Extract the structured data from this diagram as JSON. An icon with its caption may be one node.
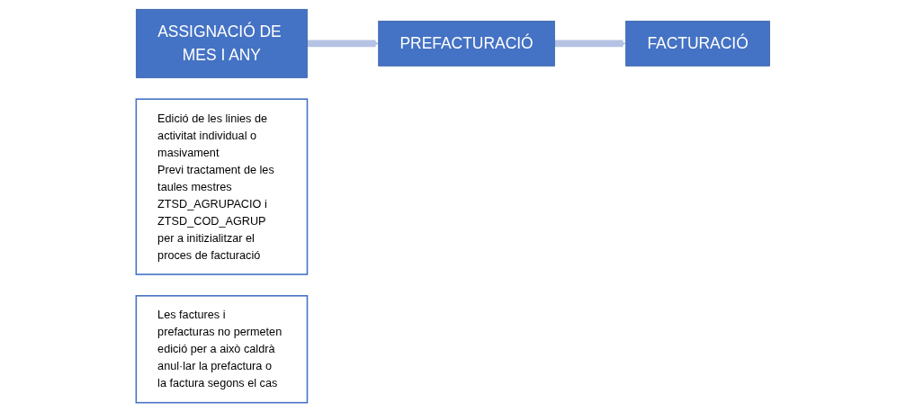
{
  "diagram": {
    "nodes": [
      {
        "text": [
          "ASSIGNACIÓ DE MES I ANY"
        ]
      },
      {
        "text": [
          "Edició de les linies de activitat individual o masivament",
          "Previ tractament de les taules mestres ZTSD_AGRUPACIO i ZTSD_COD_AGRUP per a initizialitzar el proces de facturació"
        ]
      },
      {
        "text": [
          "PREFACTURACIÓ"
        ]
      },
      {
        "text": [
          "FACTURACIÓ"
        ]
      },
      {
        "text": [
          "Les factures i prefacturas no permeten edició per a això caldrà anul·lar la prefactura o la factura segons el cas"
        ]
      }
    ],
    "edges": [
      {
        "from": 0,
        "to": 2,
        "arrow": "to"
      },
      {
        "from": 2,
        "to": 3,
        "arrow": "to"
      }
    ]
  }
}
